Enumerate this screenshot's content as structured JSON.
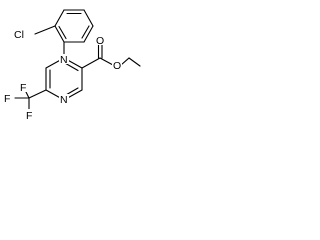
{
  "molecule": {
    "atom_labels": {
      "cl": "Cl",
      "n_upper": "N",
      "n_lower": "N",
      "o_carbonyl": "O",
      "o_ester": "O",
      "f_left": "F",
      "f_mid": "F",
      "f_bottom": "F"
    },
    "colors": {
      "bond": "#000000",
      "label": "#000000",
      "background": "#ffffff"
    }
  }
}
